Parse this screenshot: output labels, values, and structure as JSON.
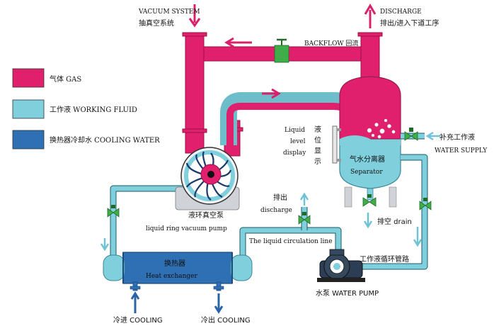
{
  "colors": {
    "gas": "#e0206c",
    "gas_dark": "#9e1048",
    "working_fluid": "#7fcfdc",
    "working_fluid_dark": "#3a8796",
    "cooling_water": "#2f6fb3",
    "cooling_water_dark": "#1c4a80",
    "valve": "#3fae4a",
    "pipe_outline": "#1c5a66",
    "arrow_gas": "#d9206a",
    "arrow_fluid": "#6fc3d4",
    "arrow_cooling": "#2a64a6",
    "ground": "#cfd3d8"
  },
  "legend": {
    "gas": "气体 GAS",
    "working_fluid": "工作液 WORKING FLUID",
    "cooling_water": "换热器冷却水 COOLING WATER"
  },
  "labels": {
    "vacuum_system_en": "VACUUM SYSTEM",
    "vacuum_system_cn": "抽真空系统",
    "discharge_top_en": "DISCHARGE",
    "discharge_top_cn": "排出/进入下道工序",
    "backflow": "BACKFLOW 回流",
    "liquid_level_1": "Liquid",
    "liquid_level_2": "level",
    "liquid_level_3": "display",
    "liquid_level_cn_1": "液",
    "liquid_level_cn_2": "位",
    "liquid_level_cn_3": "显",
    "liquid_level_cn_4": "示",
    "separator_cn": "气水分离器",
    "separator_en": "Separator",
    "water_supply_cn": "补充工作液",
    "water_supply_en": "WATER SUPPLY",
    "pump_cn": "液环真空泵",
    "pump_en": "liquid ring vacuum pump",
    "discharge_mid_cn": "排出",
    "discharge_mid_en": "discharge",
    "drain": "排空 drain",
    "circulation_line": "The liquid circulation line",
    "circ_pipe_cn": "工作液循环管路",
    "heat_exchanger_cn": "换热器",
    "heat_exchanger_en": "Heat exchanger",
    "water_pump": "水泵 WATER PUMP",
    "cooling_in": "冷进 COOLING",
    "cooling_out": "冷出 COOLING"
  }
}
